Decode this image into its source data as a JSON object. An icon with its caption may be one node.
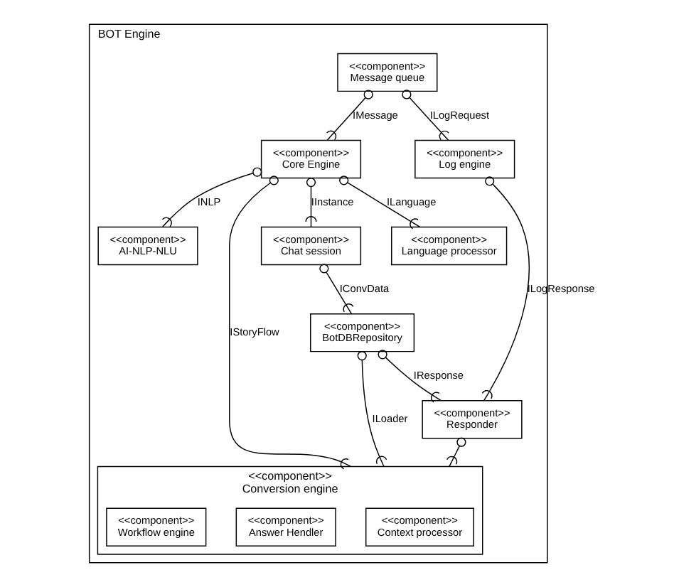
{
  "diagram": {
    "nodes": [
      {
        "text": [
          "BOT Engine"
        ]
      },
      {
        "text": [
          "<<component>>",
          "Message queue"
        ],
        "in": 0
      },
      {
        "text": [
          "<<component>>",
          "Core Engine"
        ],
        "in": 0
      },
      {
        "text": [
          "<<component>>",
          "Language processor"
        ],
        "in": 0
      },
      {
        "text": [
          "<<component>>",
          "AI-NLP-NLU"
        ],
        "in": 0
      },
      {
        "text": [
          "<<component>>",
          "Log engine"
        ],
        "in": 0
      },
      {
        "text": [
          "<<component>>",
          "Chat session"
        ],
        "in": 0
      },
      {
        "text": [
          "<<component>>",
          "Conversion engine"
        ],
        "in": 0
      },
      {
        "text": [
          "<<component>>",
          "Responder"
        ],
        "in": 0
      },
      {
        "text": [
          "<<component>>",
          "BotDBRepository"
        ],
        "in": 0
      },
      {
        "text": [
          "<<component>>",
          "Context processor"
        ],
        "in": 7
      },
      {
        "text": [
          "<<component>>",
          "Answer Hendler"
        ],
        "in": 7
      },
      {
        "text": [
          "<<component>>",
          "Workflow engine"
        ],
        "in": 7
      }
    ],
    "edges": [
      {
        "from": 1,
        "to": 2,
        "arrow": "other",
        "label": "IMessage"
      },
      {
        "from": 2,
        "to": 3,
        "arrow": "other",
        "label": "ILanguage"
      },
      {
        "from": 2,
        "to": 4,
        "arrow": "other",
        "label": "INLP"
      },
      {
        "from": 1,
        "to": 5,
        "arrow": "other",
        "label": "ILogRequest"
      },
      {
        "from": 2,
        "to": 6,
        "arrow": "other",
        "label": "IInstance"
      },
      {
        "from": 2,
        "to": 7,
        "arrow": "other",
        "label": "IStoryFlow"
      },
      {
        "from": 5,
        "to": 8,
        "arrow": "other",
        "label": "ILogResponse"
      },
      {
        "from": 6,
        "to": 9,
        "arrow": "other",
        "label": "IConvData"
      },
      {
        "from": 9,
        "to": 8,
        "arrow": "other",
        "label": "IResponse"
      },
      {
        "from": 9,
        "to": 7,
        "arrow": "other",
        "label": "ILoader"
      },
      {
        "from": 8,
        "to": 7,
        "arrow": "other"
      }
    ]
  }
}
